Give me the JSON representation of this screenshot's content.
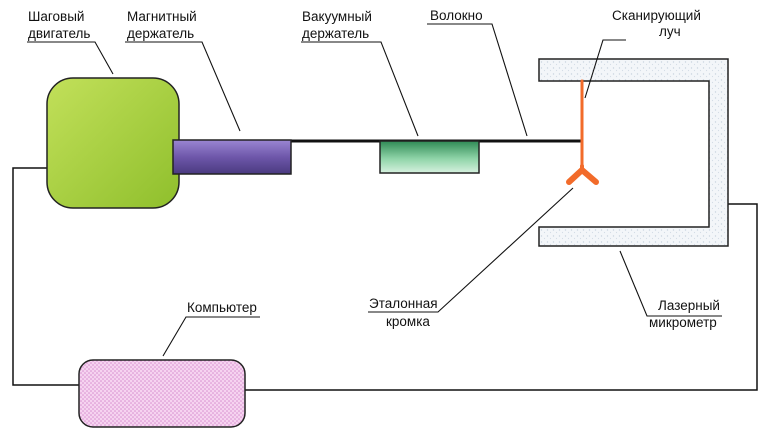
{
  "labels": {
    "stepper_line1": "Шаговый",
    "stepper_line2": "двигатель",
    "magnetic_line1": "Магнитный",
    "magnetic_line2": "держатель",
    "vacuum_line1": "Вакуумный",
    "vacuum_line2": "держатель",
    "fiber": "Волокно",
    "beam_line1": "Сканирующий",
    "beam_line2": "луч",
    "edge_line1": "Эталонная",
    "edge_line2": "кромка",
    "computer": "Компьютер",
    "micrometer_line1": "Лазерный",
    "micrometer_line2": "микрометр"
  },
  "colors": {
    "stepper": "#a6cf3c",
    "magnetic": "#7a64b4",
    "vacuum": "#6dbf8c",
    "computer": "#f2c8ec",
    "beam": "#f26b2a",
    "micrometer_fill": "#eef3f7",
    "line": "#111111"
  }
}
